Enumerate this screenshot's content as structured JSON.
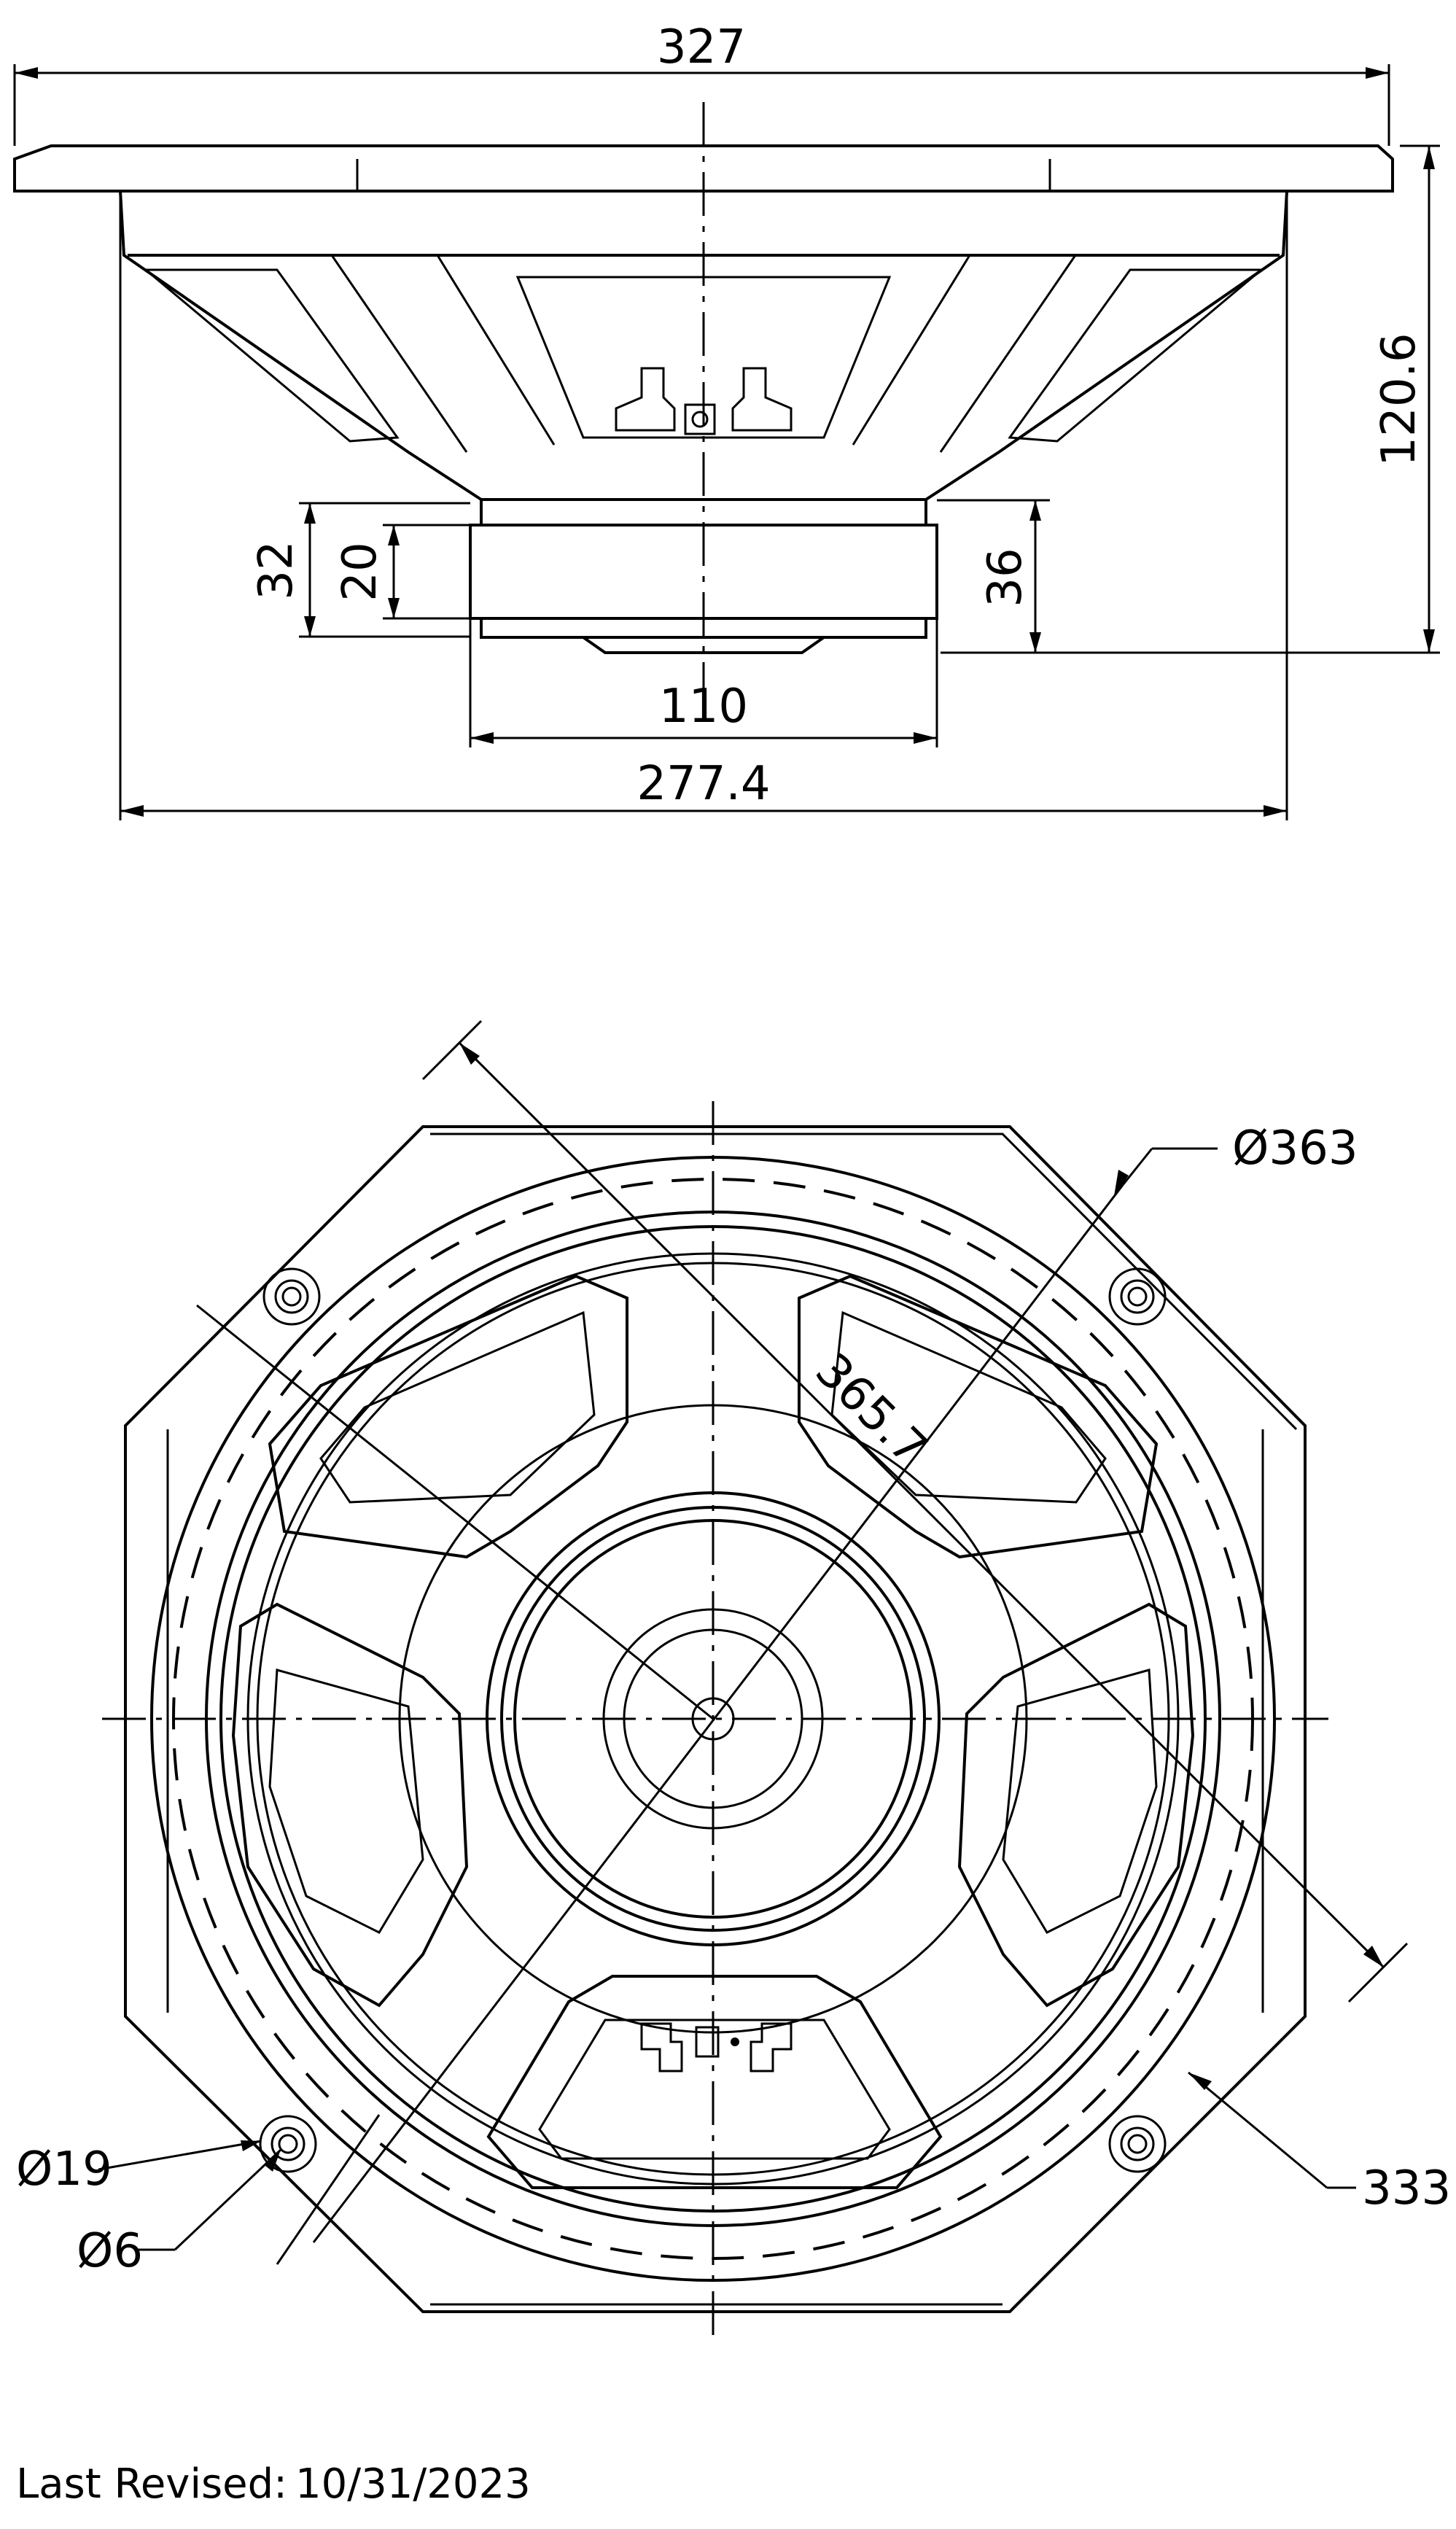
{
  "side_view": {
    "dim_overall_width": "327",
    "dim_height": "120.6",
    "dim_magnet_32": "32",
    "dim_magnet_20": "20",
    "dim_magnet_36": "36",
    "dim_magnet_dia": "110",
    "dim_basket_width": "277.4"
  },
  "front_view": {
    "dim_outer_dia": "Ø363",
    "dim_diagonal": "365.7",
    "dim_bolt_circle": "333",
    "dim_hole_outer": "Ø19",
    "dim_hole_inner": "Ø6"
  },
  "footer": {
    "label": "Last Revised:",
    "date": "10/31/2023"
  }
}
